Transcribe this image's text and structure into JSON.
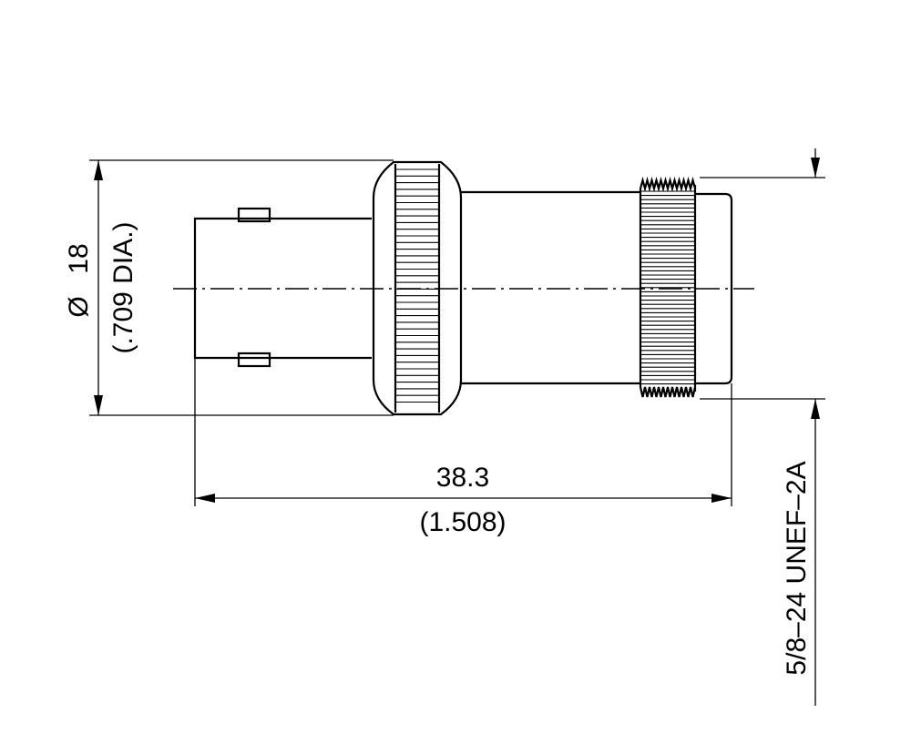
{
  "dimensions": {
    "diameter": {
      "symbol": "Ø",
      "value": "18",
      "inch": "(.709 DIA.)"
    },
    "length": {
      "value": "38.3",
      "inch": "(1.508)"
    },
    "thread": {
      "spec": "5/8–24 UNEF–2A"
    }
  },
  "colors": {
    "line": "#000000",
    "background": "#ffffff"
  }
}
